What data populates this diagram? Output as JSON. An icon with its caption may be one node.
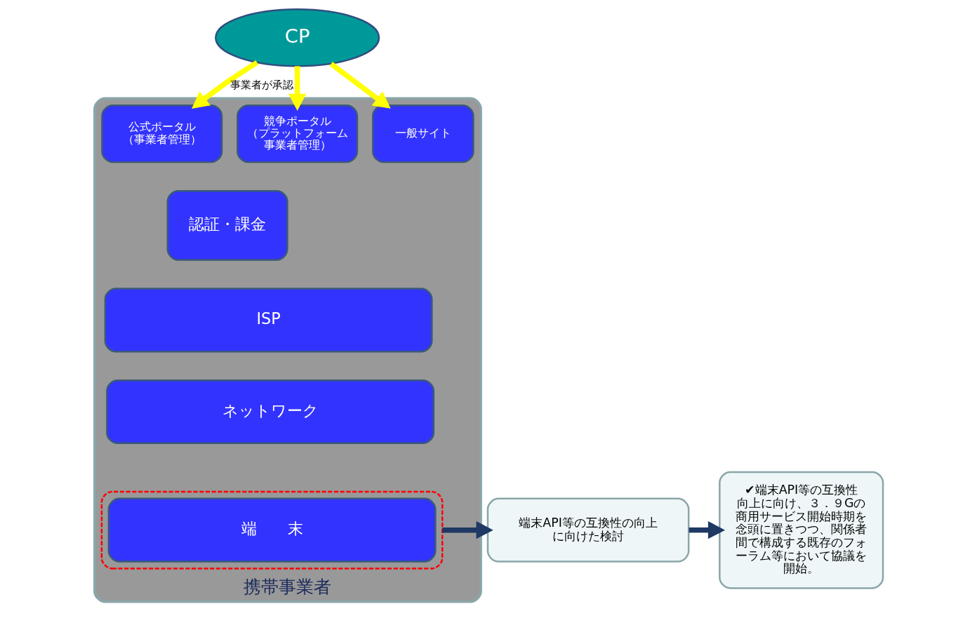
{
  "diagram": {
    "nodes": [
      {
        "text": [
          "CP"
        ]
      },
      {
        "text": [
          "携帯事業者"
        ]
      },
      {
        "text": [
          "公式ポータル（事業者管理）"
        ],
        "in": 1
      },
      {
        "text": [
          "競争ポータル（プラットフォーム事業者管理）"
        ],
        "in": 1
      },
      {
        "text": [
          "一般サイト"
        ],
        "in": 1
      },
      {
        "text": [
          "認証・課金"
        ],
        "in": 1
      },
      {
        "text": [
          "ISP"
        ],
        "in": 1
      },
      {
        "text": [
          "ネットワーク"
        ],
        "in": 1
      },
      {
        "text": [],
        "shape": "box",
        "in": 1
      },
      {
        "text": [
          "端　　末"
        ],
        "in": 8
      },
      {
        "text": [
          "端末API等の互換性の向上に向けた検討"
        ]
      },
      {
        "text": [
          "✔端末API等の互換性向上に向け、３．９Gの商用サービス開始時期を念頭に置きつつ、関係者間で構成する既存のフォーラム等において協議を開始。"
        ]
      }
    ],
    "edges": [
      {
        "from": 0,
        "to": 2,
        "arrow": "to",
        "label": "事業者が承認",
        "color": "#ffff00"
      },
      {
        "from": 0,
        "to": 3,
        "arrow": "to",
        "color": "#ffff00"
      },
      {
        "from": 0,
        "to": 4,
        "arrow": "to",
        "color": "#ffff00"
      },
      {
        "from": 8,
        "to": 10,
        "arrow": "to",
        "color": "#1f3864"
      },
      {
        "from": 10,
        "to": 11,
        "arrow": "to",
        "color": "#1f3864"
      }
    ]
  }
}
